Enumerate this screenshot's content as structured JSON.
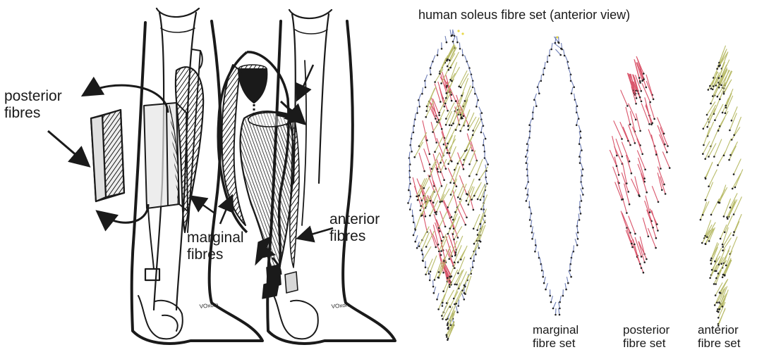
{
  "title": "human soleus fibre set (anterior view)",
  "labels": {
    "posterior": "posterior\nfibres",
    "marginal": "marginal\nfibres",
    "anterior": "anterior\nfibres"
  },
  "captions": {
    "marginal": "marginal\nfibre set",
    "posterior": "posterior\nfibre set",
    "anterior": "anterior\nfibre set"
  },
  "watermark": "VOxom",
  "colors": {
    "ink": "#1a1a1a",
    "marginal_fibres": "#6f7fb8",
    "posterior_fibres": "#d9546a",
    "anterior_fibres": "#b9bc6a",
    "endpoints": "#222222",
    "highlight": "#e8d84a"
  }
}
